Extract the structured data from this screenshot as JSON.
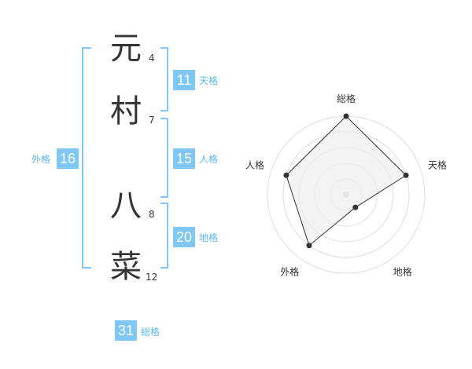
{
  "name": {
    "characters": [
      {
        "char": "元",
        "strokes": "4"
      },
      {
        "char": "村",
        "strokes": "7"
      },
      {
        "char": "八",
        "strokes": "8"
      },
      {
        "char": "菜",
        "strokes": "12"
      }
    ]
  },
  "fortune": {
    "tenkaku": {
      "value": "11",
      "label": "天格"
    },
    "jinkaku": {
      "value": "15",
      "label": "人格"
    },
    "chikaku": {
      "value": "20",
      "label": "地格"
    },
    "gaikaku": {
      "value": "16",
      "label": "外格"
    },
    "soukaku": {
      "value": "31",
      "label": "総格"
    }
  },
  "chart_data": {
    "type": "radar",
    "axes": [
      "総格",
      "天格",
      "地格",
      "外格",
      "人格"
    ],
    "values": [
      5,
      4,
      1,
      4,
      4
    ],
    "max": 5,
    "rings": 5,
    "colors": {
      "fill": "#eeeeee",
      "ring": "#dddddd",
      "line": "#333333",
      "point": "#333333",
      "center": "#cccccc"
    }
  }
}
